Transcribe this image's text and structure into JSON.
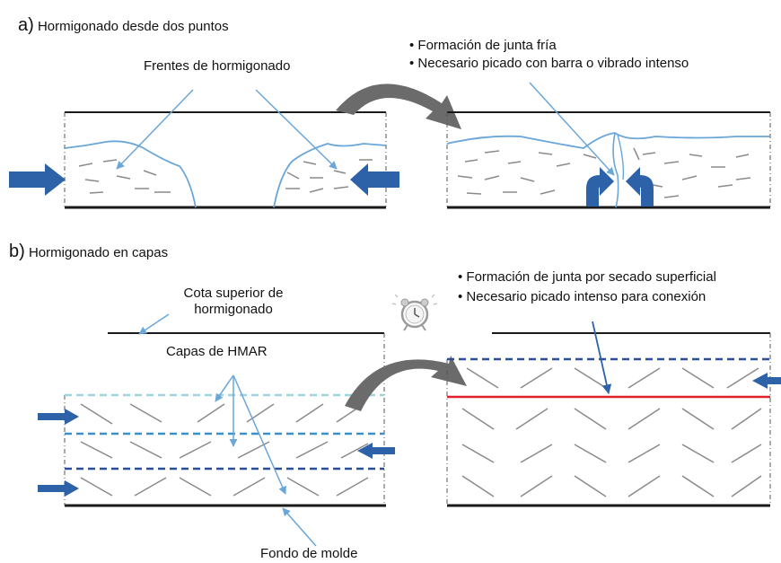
{
  "section_a": {
    "letter": "a)",
    "title": "Hormigonado desde dos puntos",
    "label_fronts": "Frentes de hormigonado",
    "notes": [
      "Formación de junta fría",
      "Necesario picado con barra o vibrado intenso"
    ]
  },
  "section_b": {
    "letter": "b)",
    "title": "Hormigonado en capas",
    "label_top": [
      "Cota superior de",
      "hormigonado"
    ],
    "label_layers": "Capas de HMAR",
    "label_bottom": "Fondo de molde",
    "notes": [
      "Formación de junta por secado superficial",
      "Necesario picado intenso para conexión"
    ]
  },
  "colors": {
    "frame": "#1a1a1a",
    "pour_arrow": "#2e62a8",
    "concrete_line": "#6aa6d8",
    "curved_arrow": "#6b6b6b",
    "layer_light": "#9ed3e0",
    "layer_mid": "#3d8fc8",
    "layer_dark": "#2b4e9a",
    "dry_joint": "#e0202a",
    "hatch": "#8a8a8a"
  },
  "icons": [
    "pour-arrow-icon",
    "upward-arrow-icon",
    "curved-arrow-icon",
    "alarm-clock-icon"
  ]
}
